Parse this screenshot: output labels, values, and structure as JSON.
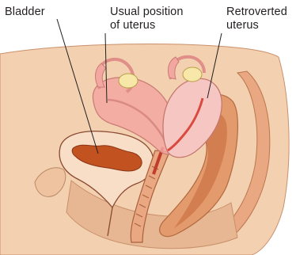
{
  "labels": {
    "bladder": "Bladder",
    "usual_position": [
      "Usual position",
      "of uterus"
    ],
    "retroverted": [
      "Retroverted",
      "uterus"
    ]
  },
  "colors": {
    "skin": "#f3d0b0",
    "skin_dark": "#e6b792",
    "tissue": "#eaa882",
    "rectum": "#d98a5c",
    "bladder_lining": "#c2521f",
    "uterus_ghost": "#f2a7a0",
    "uterus": "#f6c7c2",
    "outline": "#7a4030",
    "leader": "#231f20"
  }
}
